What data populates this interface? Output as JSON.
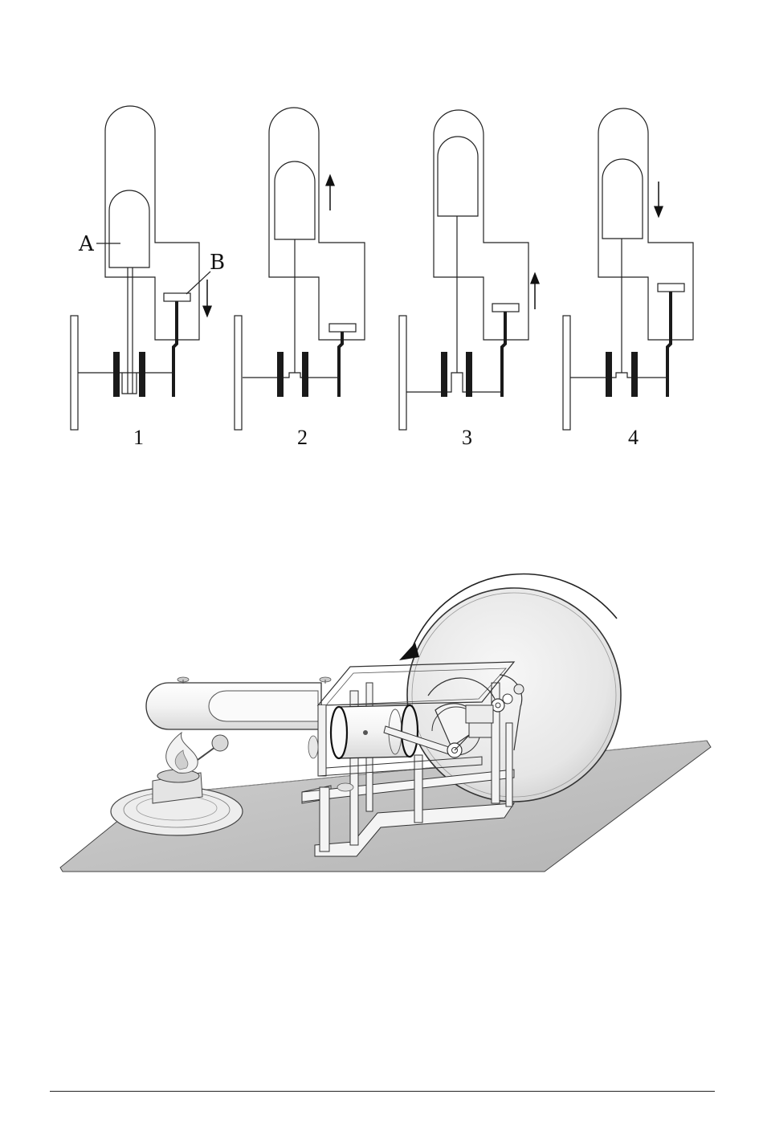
{
  "cycle_diagram": {
    "labels": {
      "displacer": "A",
      "power_piston": "B"
    },
    "stages": [
      {
        "number": "1",
        "piston_direction": "down"
      },
      {
        "number": "2",
        "displacer_direction": "up"
      },
      {
        "number": "3",
        "piston_direction": "up"
      },
      {
        "number": "4",
        "displacer_direction": "down"
      }
    ]
  },
  "engine_illustration": {
    "flywheel_rotation": "counterclockwise"
  },
  "colors": {
    "ink": "#1a1a1a",
    "base_gray": "#bdbdbd",
    "flywheel_gray": "#e2e2e2"
  }
}
